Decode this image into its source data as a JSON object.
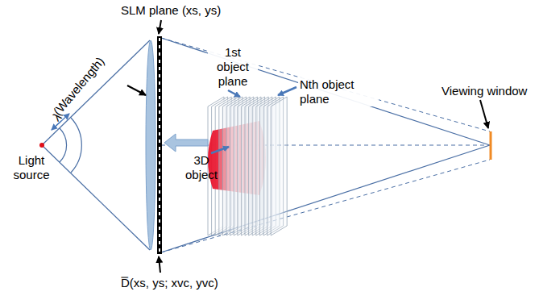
{
  "diagram": {
    "labels": [
      "SLM plane (xs, ys)",
      "λ",
      "(Wavelength)",
      "1st object plane",
      "Nth object plane",
      "3D object",
      "Light source",
      "D̿(xs, ys; xvc, yvc)",
      "Viewing window"
    ]
  }
}
